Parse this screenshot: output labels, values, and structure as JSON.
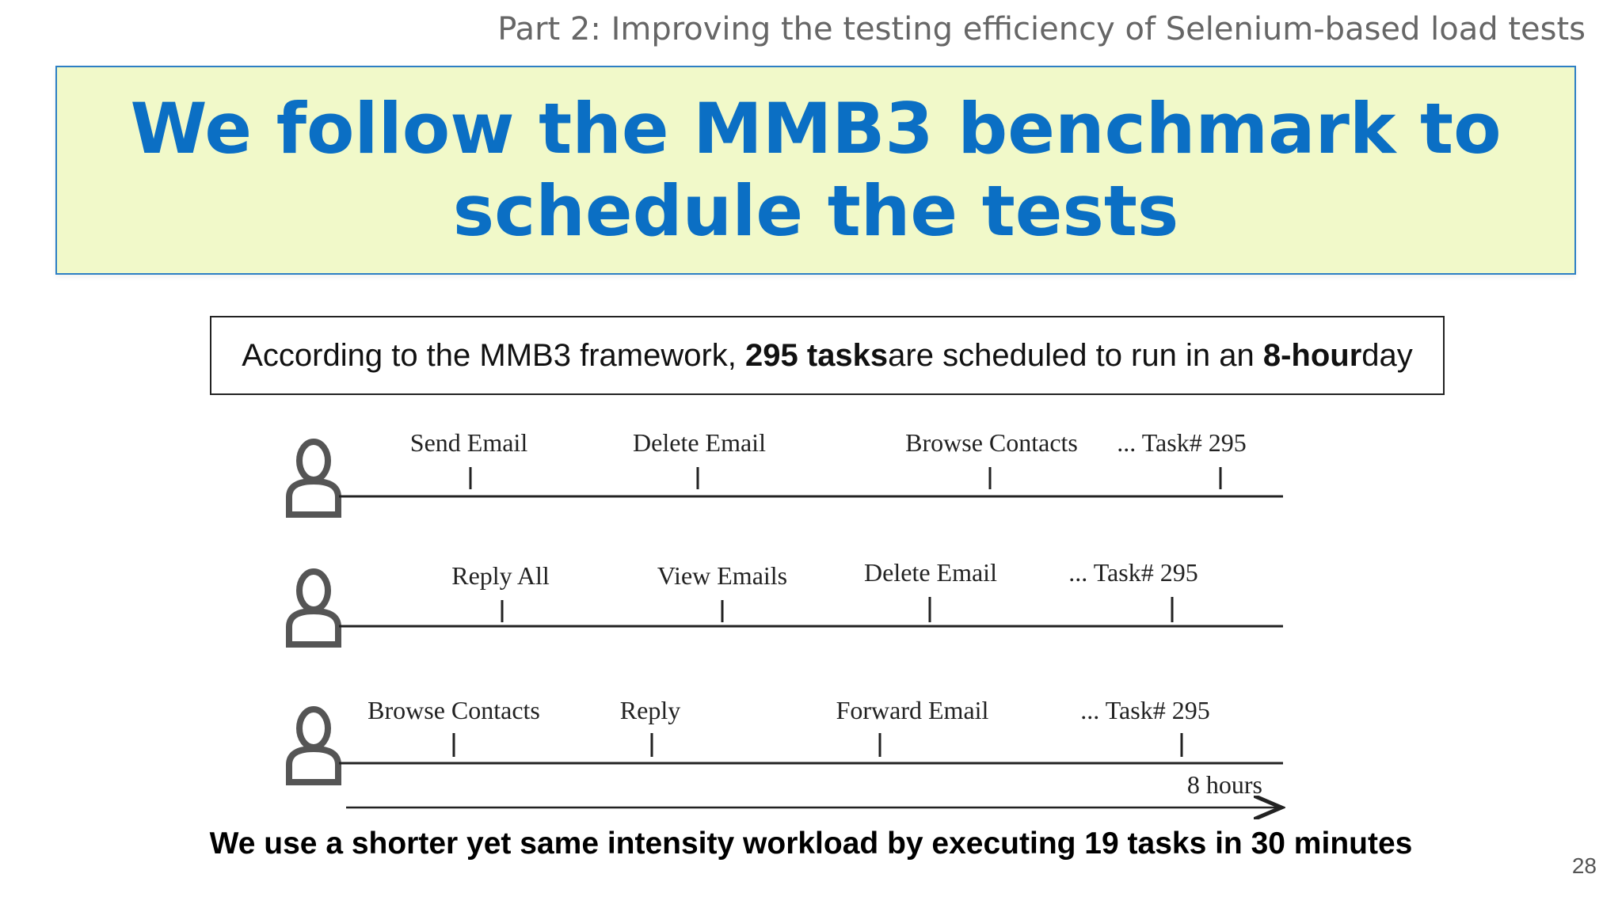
{
  "header": {
    "prefix": "Part 2: ",
    "text": "Improving the testing efficiency of Selenium-based load tests"
  },
  "title": "We follow the MMB3 benchmark to schedule the tests",
  "statement": {
    "before": "According to the MMB3 framework, ",
    "bold1": "295 tasks",
    "middle": " are scheduled to run in an ",
    "bold2": "8-hour",
    "after": " day"
  },
  "timelines": [
    {
      "user_icon": "user-icon",
      "tasks": [
        {
          "label": "Send Email"
        },
        {
          "label": "Delete Email"
        },
        {
          "label": "Browse Contacts"
        },
        {
          "label": "... Task# 295"
        }
      ]
    },
    {
      "user_icon": "user-icon",
      "tasks": [
        {
          "label": "Reply All"
        },
        {
          "label": "View Emails"
        },
        {
          "label": "Delete Email"
        },
        {
          "label": "... Task# 295"
        }
      ]
    },
    {
      "user_icon": "user-icon",
      "tasks": [
        {
          "label": "Browse Contacts"
        },
        {
          "label": "Reply"
        },
        {
          "label": "Forward Email"
        },
        {
          "label": "... Task# 295"
        }
      ]
    }
  ],
  "duration_label": "8 hours",
  "caption": "We use a shorter yet same intensity workload by executing 19 tasks in 30 minutes",
  "page_number": "28",
  "colors": {
    "title": "#0b6fc4",
    "title_bg": "#f1f9c9",
    "title_border": "#2d7fc4",
    "header": "#666666",
    "icon": "#555555"
  }
}
